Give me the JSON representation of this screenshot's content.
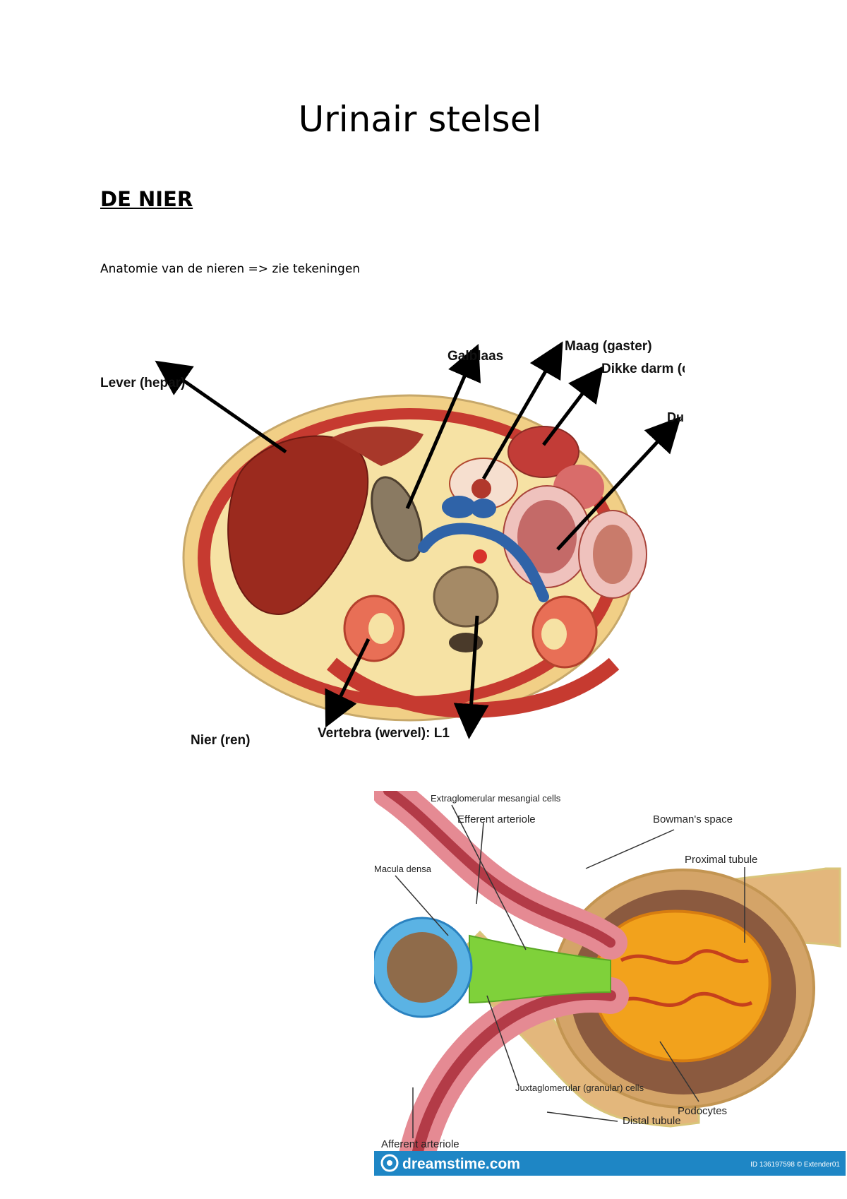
{
  "document": {
    "title": "Urinair stelsel",
    "section_heading": "DE NIER",
    "intro_text": "Anatomie van de nieren => zie tekeningen"
  },
  "cross_section_figure": {
    "labels": {
      "lever": "Lever (hepar)",
      "galblaas": "Galblaas",
      "maag": "Maag (gaster)",
      "dikke_darm": "Dikke darm (colon)",
      "dunne_darm": "Dunne darm",
      "nier": "Nier (ren)",
      "vertebra": "Vertebra (wervel): L1"
    }
  },
  "nephron_figure": {
    "labels": {
      "extraglomerular": "Extraglomerular mesangial cells",
      "efferent": "Efferent arteriole",
      "bowman": "Bowman's space",
      "proximal": "Proximal tubule",
      "macula": "Macula densa",
      "podocytes": "Podocytes",
      "juxtaglomerular": "Juxtaglomerular (granular) cells",
      "distal": "Distal tubule",
      "afferent": "Afferent arteriole"
    },
    "watermark": {
      "brand": "dreamstime.com",
      "image_id": "ID 136197598 © Extender01"
    }
  },
  "colors": {
    "muscle_red": "#c0302a",
    "liver": "#9b2a1e",
    "fat_yellow": "#f3dc95",
    "vein_blue": "#2f63a8",
    "glomerulus_orange": "#f2a21c",
    "watermark_bar": "#1e86c5"
  }
}
